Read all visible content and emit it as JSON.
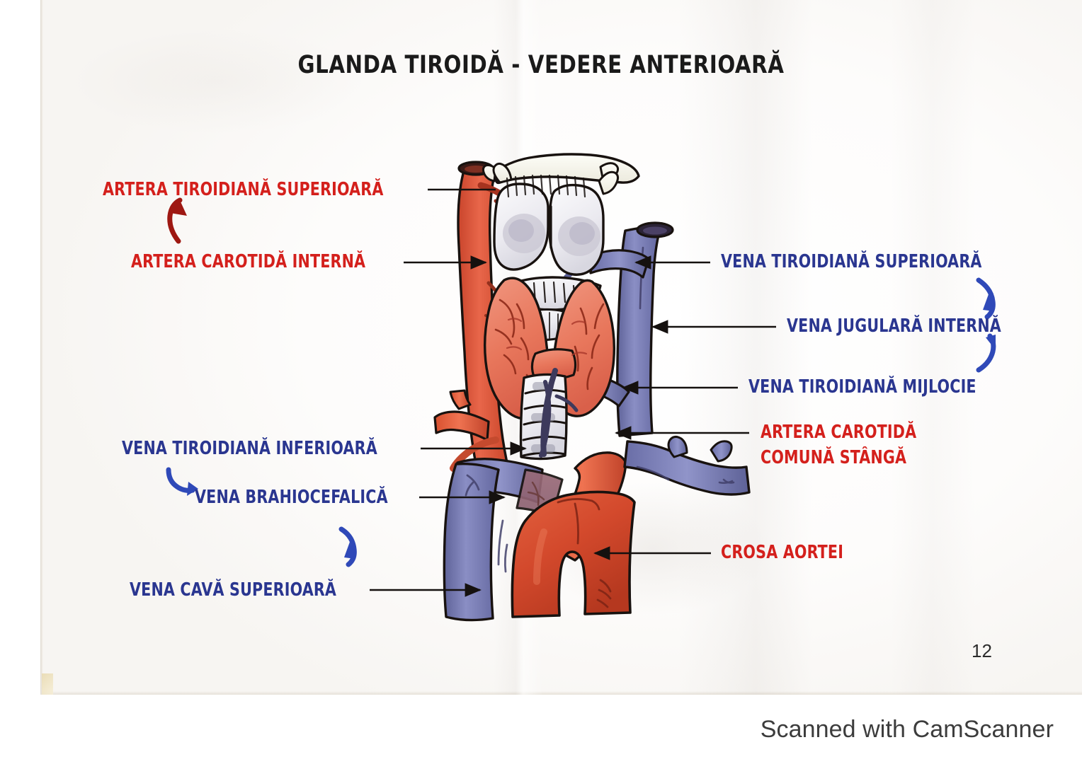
{
  "document": {
    "title": "GLANDA TIROIDĂ - VEDERE ANTERIOARĂ",
    "page_number": "12",
    "watermark": "Scanned with CamScanner"
  },
  "colors": {
    "artery_label": "#d4201c",
    "vein_label": "#2a3690",
    "title": "#1a1a1a",
    "leader_line": "#1a1a1a",
    "artery_fill": "#e0563a",
    "vein_fill": "#7b7fb4",
    "thyroid_fill": "#ec8a72",
    "cartilage_fill": "#eceaf0",
    "paper": "#fdfcfb"
  },
  "labels": {
    "left": [
      {
        "id": "artera-tiroidiana-superioara",
        "text": "ARTERA TIROIDIANĂ SUPERIOARĂ",
        "color": "red"
      },
      {
        "id": "artera-carotida-interna",
        "text": "ARTERA CAROTIDĂ INTERNĂ",
        "color": "red"
      },
      {
        "id": "vena-tiroidiana-inferioara",
        "text": "VENA TIROIDIANĂ INFERIOARĂ",
        "color": "blue"
      },
      {
        "id": "vena-brahiocefalica",
        "text": "VENA BRAHIOCEFALICĂ",
        "color": "blue"
      },
      {
        "id": "vena-cava-superioara",
        "text": "VENA CAVĂ SUPERIOARĂ",
        "color": "blue"
      }
    ],
    "right": [
      {
        "id": "vena-tiroidiana-superioara",
        "text": "VENA TIROIDIANĂ SUPERIOARĂ",
        "color": "blue"
      },
      {
        "id": "vena-jugulara-interna",
        "text": "VENA JUGULARĂ INTERNĂ",
        "color": "blue"
      },
      {
        "id": "vena-tiroidiana-mijlocie",
        "text": "VENA TIROIDIANĂ MIJLOCIE",
        "color": "blue"
      },
      {
        "id": "artera-carotida-comuna-stanga-l1",
        "text": "ARTERA CAROTIDĂ",
        "color": "red"
      },
      {
        "id": "artera-carotida-comuna-stanga-l2",
        "text": "COMUNĂ STÂNGĂ",
        "color": "red"
      },
      {
        "id": "crosa-aortei",
        "text": "CROSA AORTEI",
        "color": "red"
      }
    ]
  },
  "annotation_arrows": [
    {
      "id": "arrow-red-up-left",
      "icon": "curved-arrow-up-icon",
      "color": "#9e1812"
    },
    {
      "id": "arrow-blue-down-right",
      "icon": "curved-arrow-down-icon",
      "color": "#2f49b8"
    },
    {
      "id": "arrow-blue-up-right",
      "icon": "curved-arrow-up-icon",
      "color": "#2f49b8"
    },
    {
      "id": "arrow-blue-down-left",
      "icon": "curved-arrow-down-icon",
      "color": "#2f49b8"
    },
    {
      "id": "arrow-blue-down-mid",
      "icon": "curved-arrow-down-icon",
      "color": "#2f49b8"
    }
  ],
  "illustration": {
    "name": "thyroid-gland-anterior-view",
    "structures": [
      "hyoid-bone",
      "thyroid-cartilage",
      "cricothyroid-membrane",
      "trachea",
      "thyroid-gland-right-lobe",
      "thyroid-gland-left-lobe",
      "thyroid-isthmus",
      "common-carotid-artery",
      "internal-carotid-artery",
      "superior-thyroid-artery",
      "internal-jugular-vein",
      "superior-thyroid-vein",
      "middle-thyroid-vein",
      "inferior-thyroid-vein",
      "brachiocephalic-vein",
      "superior-vena-cava",
      "aortic-arch",
      "subclavian-vessels"
    ]
  }
}
